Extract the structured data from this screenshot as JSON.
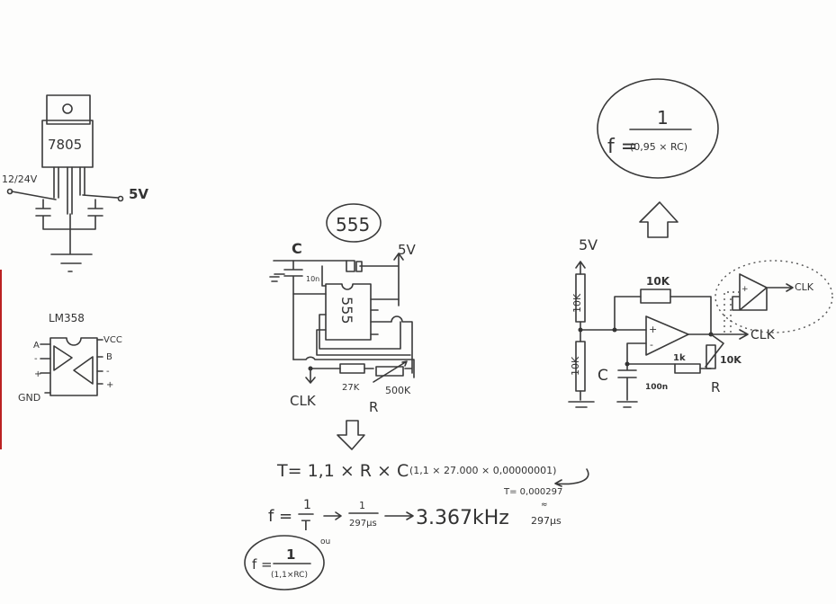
{
  "regulator": {
    "part": "7805",
    "input_label": "12/24V",
    "output_label": "5V"
  },
  "opamp_ic": {
    "part": "LM358",
    "pins_left": [
      "A",
      "-",
      "+",
      "GND"
    ],
    "pins_right": [
      "VCC",
      "B",
      "-",
      "+"
    ]
  },
  "timer_circuit": {
    "title": "555",
    "chip_label": "555",
    "cap_label": "C",
    "cap_value": "10n",
    "supply": "5V",
    "output": "CLK",
    "resistor": "27K",
    "pot": "500K",
    "r_label": "R"
  },
  "formulas": {
    "period": "T= 1,1 × R × C",
    "period_calc": "(1,1 × 27.000 × 0,00000001)",
    "period_result": "T= 0,000297",
    "period_approx": "≈",
    "period_us": "297µs",
    "freq_lhs": "f =",
    "freq_num": "1",
    "freq_den": "T",
    "freq_step_num": "1",
    "freq_step_den": "297µs",
    "freq_result": "3.367kHz",
    "or": "ou",
    "freq_general_num": "1",
    "freq_general_den": "(1,1×RC)",
    "freq_general_lhs": "f ="
  },
  "oscillator": {
    "formula_lhs": "f =",
    "formula_num": "1",
    "formula_den": "(0,95 × RC)",
    "supply": "5V",
    "r_top": "10K",
    "r_bottom": "10K",
    "r_feedback": "10K",
    "r_1k": "1k",
    "pot": "10K",
    "r_label": "R",
    "cap_label": "C",
    "cap_value": "100n",
    "output": "CLK",
    "buffer_output": "CLK"
  }
}
